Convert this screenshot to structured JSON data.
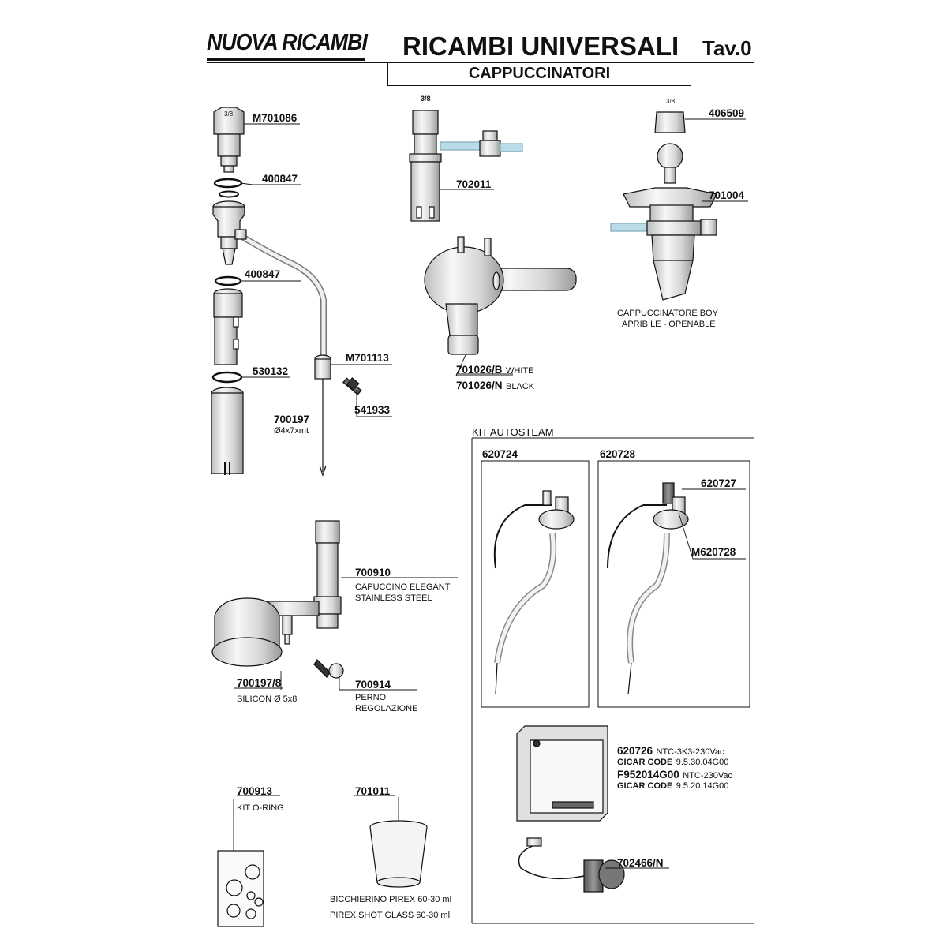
{
  "header": {
    "brand": "NUOVA RICAMBI",
    "title": "RICAMBI UNIVERSALI",
    "table": "Tav.0",
    "subtitle": "CAPPUCCINATORI"
  },
  "parts": {
    "p_m701086": "M701086",
    "p_400847_a": "400847",
    "p_400847_b": "400847",
    "p_530132": "530132",
    "p_m701113": "M701113",
    "p_541933": "541933",
    "p_700197": "700197",
    "p_700197_desc": "Ø4x7xmt",
    "p_702011": "702011",
    "p_701026b": "701026/B",
    "p_701026b_desc": "WHITE",
    "p_701026n": "701026/N",
    "p_701026n_desc": "BLACK",
    "p_406509": "406509",
    "p_701004": "701004",
    "p_701004_desc1": "CAPPUCCINATORE BOY",
    "p_701004_desc2": "APRIBILE - OPENABLE",
    "p_700910": "700910",
    "p_700910_desc1": "CAPUCCINO ELEGANT",
    "p_700910_desc2": "STAINLESS STEEL",
    "p_700197_8": "700197/8",
    "p_700197_8_desc": "SILICON Ø 5x8",
    "p_700914": "700914",
    "p_700914_desc1": "PERNO",
    "p_700914_desc2": "REGOLAZIONE",
    "p_700913": "700913",
    "p_700913_desc": "KIT O-RING",
    "p_701011": "701011",
    "p_701011_desc1": "BICCHIERINO PIREX 60-30 ml",
    "p_701011_desc2": "PIREX SHOT GLASS 60-30 ml",
    "thread_a": "3/8",
    "thread_b": "3/8",
    "thread_c": "3/8"
  },
  "kit": {
    "title": "KIT AUTOSTEAM",
    "k_620724": "620724",
    "k_620728": "620728",
    "k_620727": "620727",
    "k_m620728": "M620728",
    "k_620726": "620726",
    "k_620726_spec": "NTC-3K3-230Vac",
    "k_620726_gicar_label": "GICAR CODE",
    "k_620726_gicar": "9.5.30.04G00",
    "k_f952014": "F952014G00",
    "k_f952014_spec": "NTC-230Vac",
    "k_f952014_gicar_label": "GICAR CODE",
    "k_f952014_gicar": "9.5.20.14G00",
    "k_702466n": "702466/N"
  },
  "colors": {
    "ink": "#111111",
    "water_accent": "#b9dce8",
    "drawing_fill": "#f2f2f2"
  }
}
